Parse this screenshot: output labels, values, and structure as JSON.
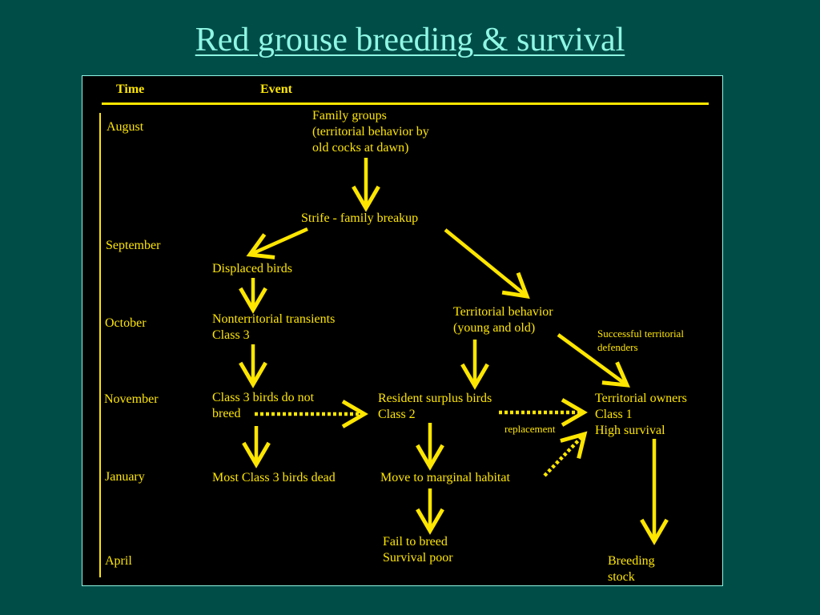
{
  "title": "Red grouse breeding & survival",
  "headers": {
    "time": "Time",
    "event": "Event"
  },
  "months": [
    "August",
    "September",
    "October",
    "November",
    "January",
    "April"
  ],
  "nodes": {
    "family_groups": [
      "Family groups",
      "(territorial behavior by",
      "old cocks at dawn)"
    ],
    "strife": [
      "Strife - family breakup"
    ],
    "displaced": [
      "Displaced birds"
    ],
    "nonterritorial": [
      "Nonterritorial transients",
      "Class 3"
    ],
    "territorial_behavior": [
      "Territorial behavior",
      "(young and old)"
    ],
    "successful_defenders": [
      "Successful territorial",
      "defenders"
    ],
    "class3_no_breed": [
      "Class 3 birds do not",
      "breed"
    ],
    "resident_surplus": [
      "Resident surplus birds",
      "Class 2"
    ],
    "territorial_owners": [
      "Territorial owners",
      "Class 1",
      "High survival"
    ],
    "replacement": [
      "replacement"
    ],
    "class3_dead": [
      "Most Class 3 birds dead"
    ],
    "marginal_habitat": [
      "Move to marginal habitat"
    ],
    "fail_to_breed": [
      "Fail to breed",
      "Survival poor"
    ],
    "breeding_stock": [
      "Breeding",
      "stock"
    ]
  },
  "colors": {
    "background": "#004d48",
    "panel": "#000000",
    "accent": "#ffe600",
    "title": "#8ff7e4"
  }
}
